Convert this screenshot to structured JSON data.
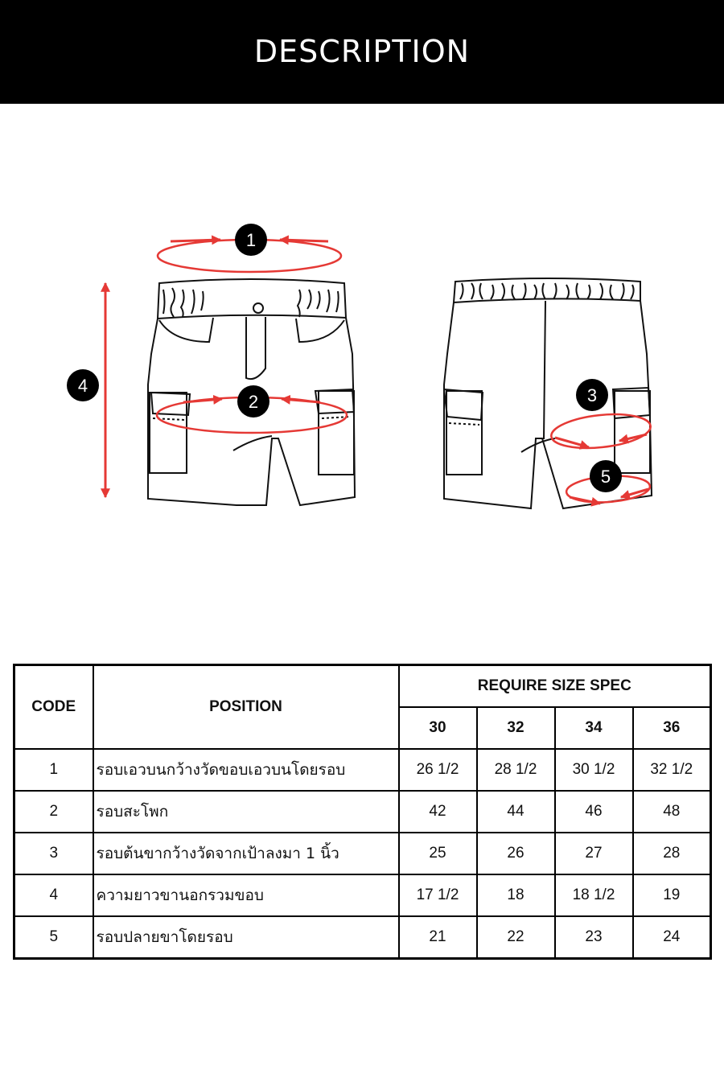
{
  "header": {
    "title": "DESCRIPTION"
  },
  "diagram": {
    "markers": [
      "1",
      "2",
      "3",
      "4",
      "5"
    ]
  },
  "table": {
    "headers": {
      "code": "CODE",
      "position": "POSITION",
      "group": "REQUIRE SIZE SPEC",
      "sizes": [
        "30",
        "32",
        "34",
        "36"
      ]
    },
    "rows": [
      {
        "code": "1",
        "position": "รอบเอวบนกว้างวัดขอบเอวบนโดยรอบ",
        "values": [
          "26 1/2",
          "28 1/2",
          "30 1/2",
          "32 1/2"
        ]
      },
      {
        "code": "2",
        "position": "รอบสะโพก",
        "values": [
          "42",
          "44",
          "46",
          "48"
        ]
      },
      {
        "code": "3",
        "position": "รอบต้นขากว้างวัดจากเป้าลงมา 1 นิ้ว",
        "values": [
          "25",
          "26",
          "27",
          "28"
        ]
      },
      {
        "code": "4",
        "position": "ความยาวขานอกรวมขอบ",
        "values": [
          "17 1/2",
          "18",
          "18 1/2",
          "19"
        ]
      },
      {
        "code": "5",
        "position": "รอบปลายขาโดยรอบ",
        "values": [
          "21",
          "22",
          "23",
          "24"
        ]
      }
    ]
  },
  "colors": {
    "header_bg": "#000000",
    "arrow": "#e53935",
    "marker": "#000000"
  }
}
